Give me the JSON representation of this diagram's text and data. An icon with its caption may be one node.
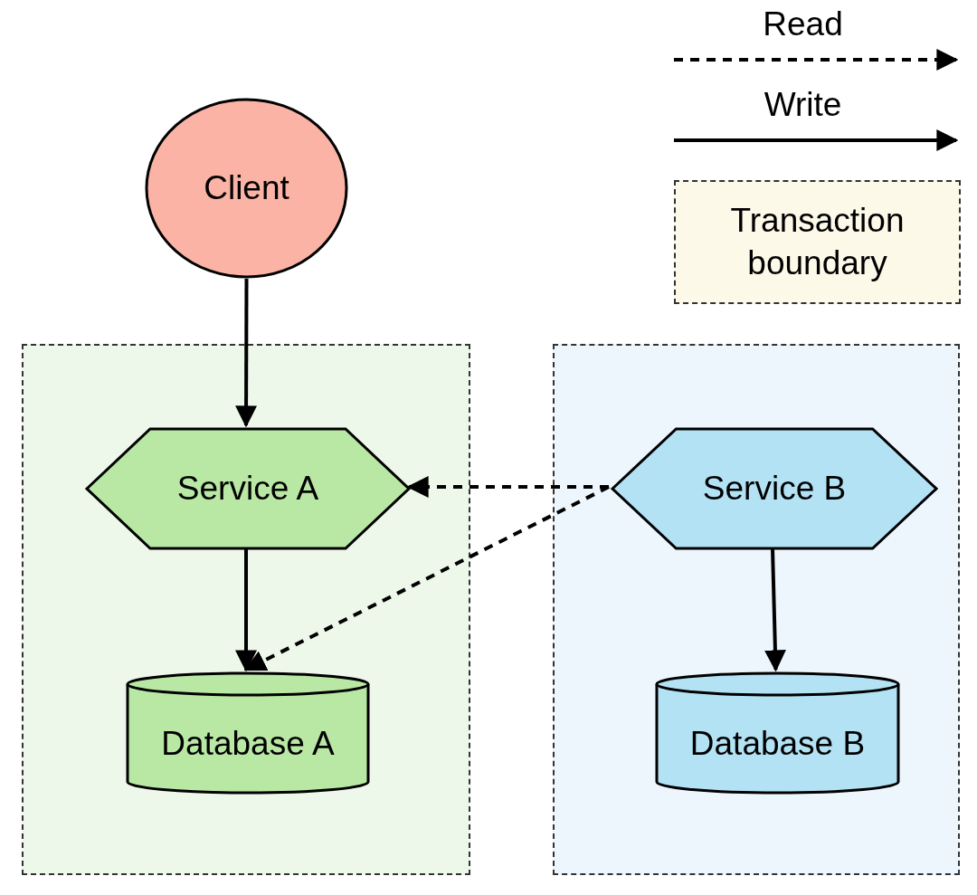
{
  "diagram": {
    "nodes": [
      {
        "text": [],
        "shape": "box"
      },
      {
        "text": [
          "Service A"
        ],
        "in": 0
      },
      {
        "text": [
          "Database A"
        ],
        "in": 0
      },
      {
        "text": [],
        "shape": "box"
      },
      {
        "text": [
          "Service B"
        ],
        "in": 3
      },
      {
        "text": [
          "Database B"
        ],
        "in": 3
      },
      {
        "text": [
          "Client"
        ]
      }
    ],
    "edges": [
      {
        "from": 6,
        "to": 1,
        "arrow": "to"
      },
      {
        "from": 1,
        "to": 2,
        "arrow": "to"
      },
      {
        "from": 4,
        "to": 1,
        "arrow": "to",
        "style": "dashed"
      },
      {
        "from": 4,
        "to": 2,
        "arrow": "to",
        "style": "dashed"
      },
      {
        "from": 4,
        "to": 5,
        "arrow": "to"
      }
    ],
    "legend": [
      {
        "text": "Read"
      },
      {
        "text": "Write"
      },
      {
        "text": "Transaction boundary",
        "color": "#fdf9e9"
      }
    ]
  }
}
